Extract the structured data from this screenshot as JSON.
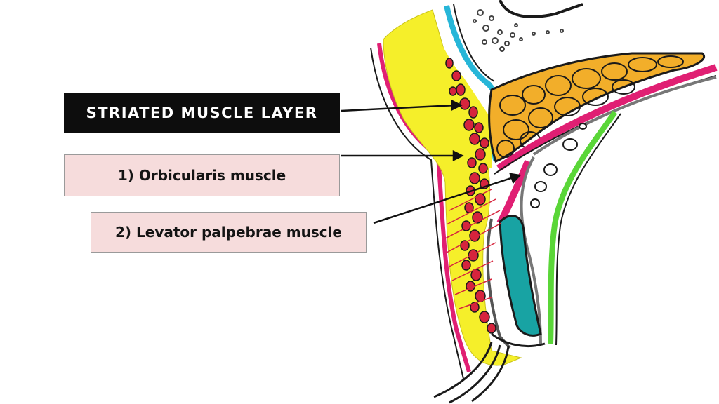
{
  "labels": {
    "title": "STRIATED MUSCLE LAYER",
    "orbicularis": "1) Orbicularis muscle",
    "levator": "2) Levator palpebrae muscle"
  },
  "colors": {
    "title_bg": "#0d0d0d",
    "title_text": "#ffffff",
    "label_bg": "#f6dcdc",
    "skin_yellow": "#f5ef2a",
    "fat_orange": "#f2ae2a",
    "muscle_red": "#d6243d",
    "cyan_layer": "#27b6d8",
    "teal_gland": "#18a3a3",
    "pink_band": "#e01f73",
    "green_edge": "#5ad638",
    "outline": "#1a1a1a"
  }
}
